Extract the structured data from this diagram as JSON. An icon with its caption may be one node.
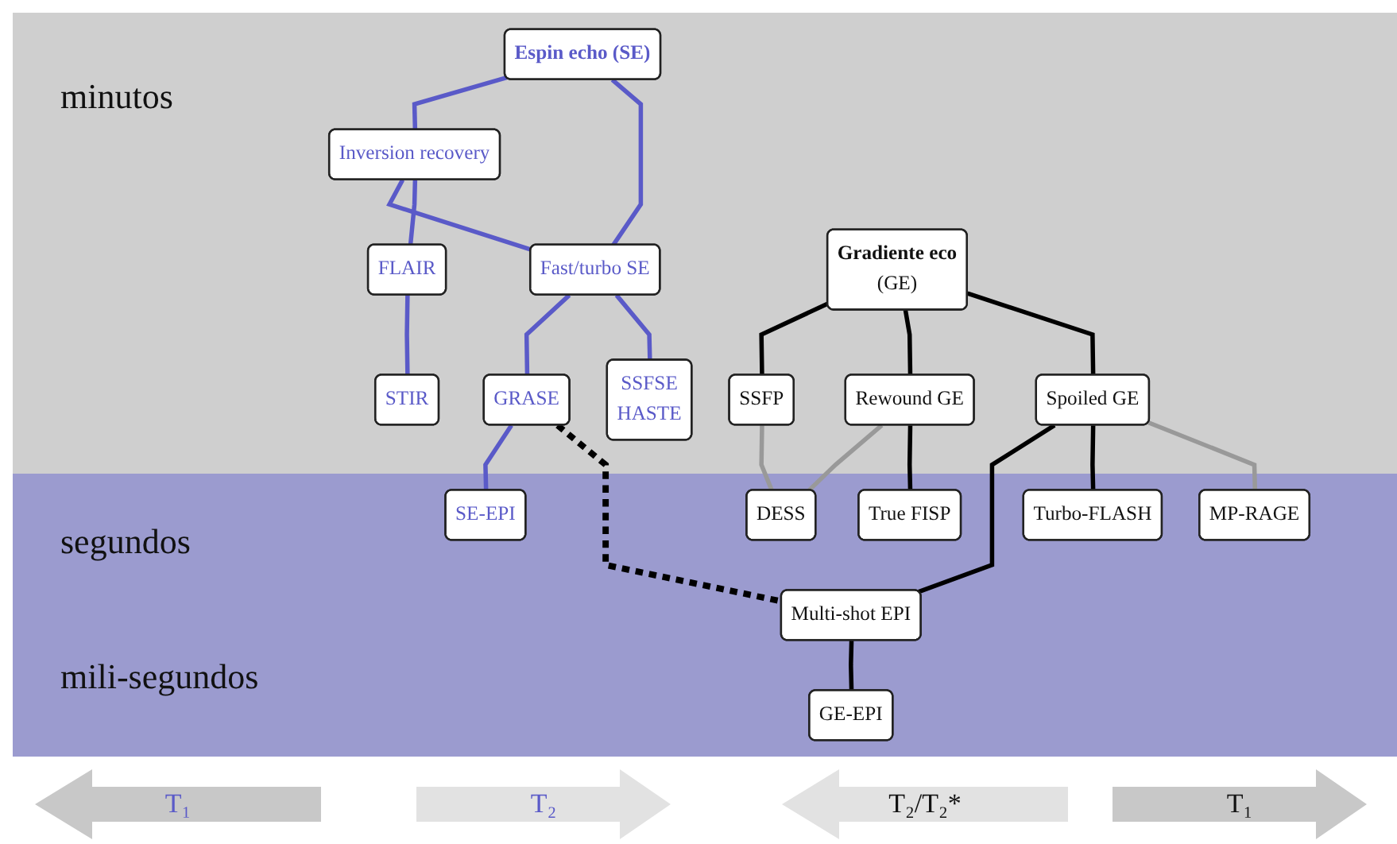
{
  "diagram": {
    "nodes": [
      {
        "text": [
          "Espin echo (SE)"
        ]
      },
      {
        "text": [
          "Inversion recovery"
        ]
      },
      {
        "text": [
          "Fast/turbo SE"
        ]
      },
      {
        "text": [
          "FLAIR"
        ]
      },
      {
        "text": [
          "STIR"
        ]
      },
      {
        "text": [
          "GRASE"
        ]
      },
      {
        "text": [
          "SSFSE",
          "HASTE"
        ]
      },
      {
        "text": [
          "SE-EPI"
        ]
      },
      {
        "text": [
          "Gradiente eco",
          "(GE)"
        ]
      },
      {
        "text": [
          "SSFP"
        ]
      },
      {
        "text": [
          "Rewound GE"
        ]
      },
      {
        "text": [
          "Spoiled GE"
        ]
      },
      {
        "text": [
          "DESS"
        ]
      },
      {
        "text": [
          "MP-RAGE"
        ]
      },
      {
        "text": [
          "Multi-shot EPI"
        ]
      },
      {
        "text": [
          "True FISP"
        ]
      },
      {
        "text": [
          "Turbo-FLASH"
        ]
      },
      {
        "text": [
          "GE-EPI"
        ]
      }
    ],
    "edges": [
      {
        "from": 0,
        "to": 1,
        "arrow": "none"
      },
      {
        "from": 0,
        "to": 2,
        "arrow": "none"
      },
      {
        "from": 1,
        "to": 2,
        "arrow": "none"
      },
      {
        "from": 1,
        "to": 3,
        "arrow": "none"
      },
      {
        "from": 3,
        "to": 4,
        "arrow": "none"
      },
      {
        "from": 2,
        "to": 5,
        "arrow": "none"
      },
      {
        "from": 2,
        "to": 6,
        "arrow": "none"
      },
      {
        "from": 5,
        "to": 7,
        "arrow": "none"
      },
      {
        "from": 5,
        "to": 14,
        "arrow": "none",
        "style": "dashed",
        "color": "#000000"
      },
      {
        "from": 8,
        "to": 9,
        "arrow": "none",
        "color": "#000000"
      },
      {
        "from": 8,
        "to": 10,
        "arrow": "none",
        "color": "#000000"
      },
      {
        "from": 8,
        "to": 11,
        "arrow": "none",
        "color": "#000000"
      },
      {
        "from": 9,
        "to": 12,
        "arrow": "none",
        "color": "#999999"
      },
      {
        "from": 10,
        "to": 12,
        "arrow": "none",
        "color": "#999999"
      },
      {
        "from": 10,
        "to": 15,
        "arrow": "none",
        "color": "#000000"
      },
      {
        "from": 11,
        "to": 14,
        "arrow": "none",
        "color": "#000000"
      },
      {
        "from": 11,
        "to": 16,
        "arrow": "none",
        "color": "#000000"
      },
      {
        "from": 11,
        "to": 13,
        "arrow": "none",
        "color": "#999999"
      },
      {
        "from": 14,
        "to": 17,
        "arrow": "none",
        "color": "#000000"
      }
    ],
    "labels": [
      "minutos",
      "segundos",
      "mili-segundos",
      "T₁",
      "T₂",
      "T₂/T₂*",
      "T₁"
    ]
  }
}
